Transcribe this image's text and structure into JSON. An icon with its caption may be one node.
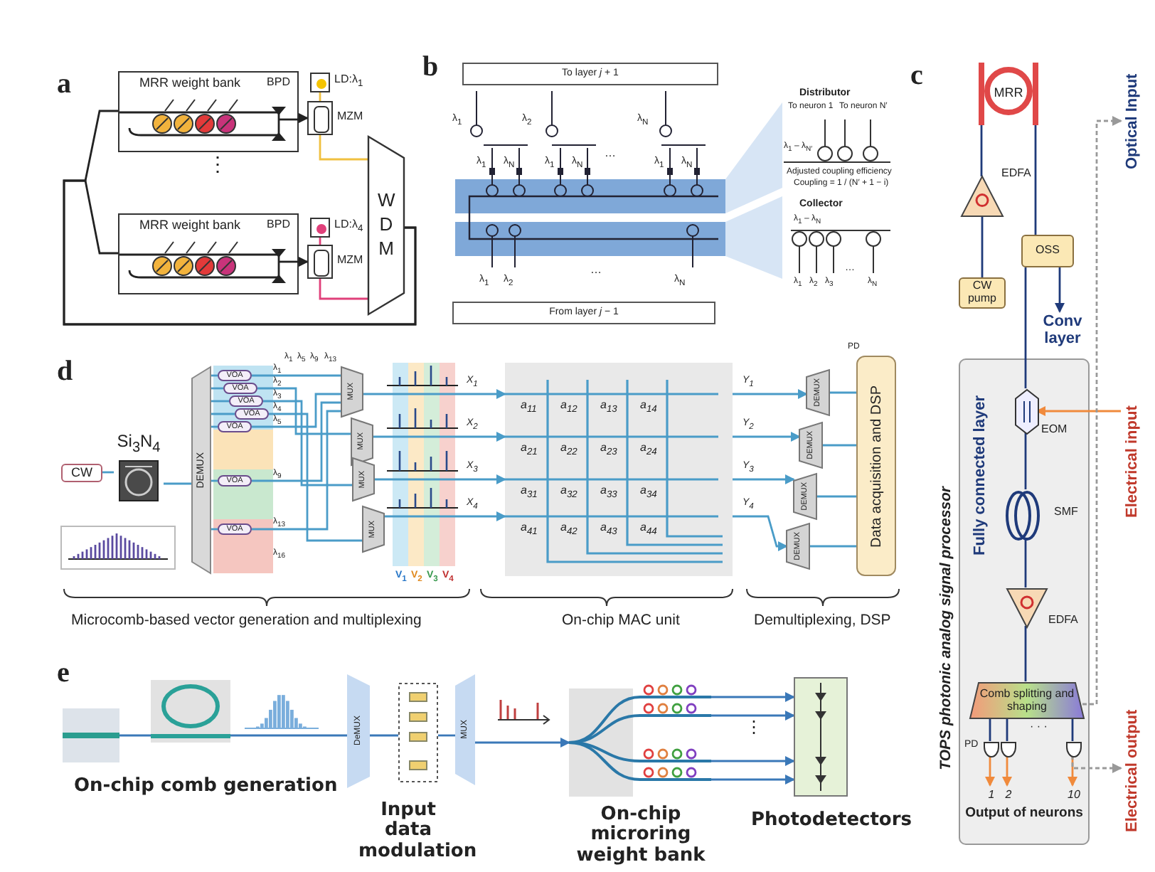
{
  "diagram": {
    "nodes": [
      {
        "text": [
          "MRR weight bank",
          "BPD"
        ]
      },
      {
        "text": [],
        "shape": "box",
        "beside": [
          "LD:λ$_{1}$"
        ]
      },
      {
        "text": [],
        "shape": "box",
        "beside": [
          "MZM"
        ]
      },
      {
        "text": [
          "MRR weight bank",
          "BPD"
        ]
      },
      {
        "text": [],
        "shape": "box",
        "beside": [
          "LD:λ$_{4}$"
        ]
      },
      {
        "text": [],
        "shape": "box",
        "beside": [
          "MZM"
        ]
      },
      {
        "text": [
          "W D M"
        ]
      },
      {
        "text": [
          "To layer *j* + 1"
        ]
      },
      {
        "text": [
          "From layer *j* − 1"
        ]
      },
      {
        "text": [
          "MRR"
        ]
      },
      {
        "text": [],
        "shape": "triangle",
        "beside": [
          "EDFA"
        ]
      },
      {
        "text": [
          "CW pump"
        ]
      },
      {
        "text": [
          "OSS"
        ]
      },
      {
        "text": [
          "Conv layer"
        ]
      },
      {
        "text": [
          "Fully connected layer",
          "Output of neurons"
        ],
        "beside": [
          "TOPS photonic analog signal processor"
        ]
      },
      {
        "text": [],
        "shape": "modulator",
        "beside": [
          "EOM"
        ],
        "in": 14
      },
      {
        "text": [],
        "shape": "coil",
        "beside": [
          "SMF"
        ],
        "in": 14
      },
      {
        "text": [],
        "shape": "triangle",
        "beside": [
          "EDFA"
        ],
        "in": 14
      },
      {
        "text": [
          "Comb splitting and shaping"
        ],
        "in": 14
      },
      {
        "text": [],
        "shape": "detector",
        "beside": [
          "PD"
        ],
        "in": 14
      },
      {
        "text": [],
        "shape": "detector",
        "in": 14
      },
      {
        "text": [],
        "shape": "detector",
        "in": 14
      },
      {
        "text": [
          "Optical Input"
        ]
      },
      {
        "text": [
          "Electrical input"
        ]
      },
      {
        "text": [
          "Electrical output"
        ]
      },
      {
        "text": [
          "CW"
        ]
      },
      {
        "text": [
          "Si$_{3}$N$_{4}$"
        ]
      },
      {
        "text": [
          "DEMUX"
        ]
      },
      {
        "text": [
          "VOA"
        ]
      },
      {
        "text": [
          "VOA"
        ]
      },
      {
        "text": [
          "VOA"
        ]
      },
      {
        "text": [
          "VOA"
        ]
      },
      {
        "text": [
          "VOA"
        ]
      },
      {
        "text": [
          "VOA"
        ]
      },
      {
        "text": [
          "VOA"
        ]
      },
      {
        "text": [
          "MUX"
        ]
      },
      {
        "text": [
          "MUX"
        ]
      },
      {
        "text": [
          "MUX"
        ]
      },
      {
        "text": [
          "MUX"
        ]
      },
      {
        "text": [],
        "shape": "box"
      },
      {
        "text": [
          "DEMUX"
        ]
      },
      {
        "text": [
          "DEMUX"
        ]
      },
      {
        "text": [
          "DEMUX"
        ]
      },
      {
        "text": [
          "DEMUX"
        ]
      },
      {
        "text": [
          "Data acquisition and DSP"
        ]
      },
      {
        "text": [],
        "shape": "picture"
      },
      {
        "text": [],
        "shape": "picture"
      },
      {
        "text": [
          "DeMUX"
        ]
      },
      {
        "text": [],
        "shape": "picture",
        "beside": [
          "Input data modulation"
        ]
      },
      {
        "text": [
          "MUX"
        ]
      },
      {
        "text": [],
        "shape": "picture",
        "beside": [
          "On-chip microring weight bank"
        ]
      },
      {
        "text": [],
        "shape": "picture",
        "beside": [
          "Photodetectors"
        ]
      },
      {
        "text": [
          "1"
        ],
        "in": 14
      },
      {
        "text": [
          "2"
        ],
        "in": 14
      },
      {
        "text": [
          "10"
        ],
        "in": 14
      }
    ],
    "edges": [
      {
        "from": 0,
        "to": 2,
        "arrow": "to",
        "color": "#222222"
      },
      {
        "from": 1,
        "to": 2,
        "arrow": "none",
        "color": "#f0c040"
      },
      {
        "from": 2,
        "to": 6,
        "arrow": "none",
        "color": "#f0c040"
      },
      {
        "from": 3,
        "to": 5,
        "arrow": "to",
        "color": "#222222"
      },
      {
        "from": 4,
        "to": 5,
        "arrow": "none",
        "color": "#e0407a"
      },
      {
        "from": 5,
        "to": 6,
        "arrow": "none",
        "color": "#e0407a"
      },
      {
        "from": 6,
        "to": 0,
        "arrow": "none",
        "color": "#222222"
      },
      {
        "from": 6,
        "to": 3,
        "arrow": "none",
        "color": "#222222"
      },
      {
        "from": 11,
        "to": 10,
        "arrow": "none",
        "color": "#1f3a7a"
      },
      {
        "from": 10,
        "to": 9,
        "arrow": "none",
        "color": "#1f3a7a"
      },
      {
        "from": 9,
        "to": 12,
        "arrow": "none",
        "color": "#1f3a7a"
      },
      {
        "from": 12,
        "to": 13,
        "arrow": "to",
        "color": "#1f3a7a"
      },
      {
        "from": 12,
        "to": 15,
        "arrow": "none",
        "color": "#1f3a7a"
      },
      {
        "from": 23,
        "to": 15,
        "arrow": "to",
        "color": "#f08a3c"
      },
      {
        "from": 15,
        "to": 16,
        "arrow": "none",
        "color": "#1f3a7a"
      },
      {
        "from": 16,
        "to": 17,
        "arrow": "none",
        "color": "#1f3a7a"
      },
      {
        "from": 17,
        "to": 18,
        "arrow": "none",
        "color": "#1f3a7a"
      },
      {
        "from": 18,
        "to": 19,
        "arrow": "none",
        "color": "#1f3a7a"
      },
      {
        "from": 18,
        "to": 20,
        "arrow": "none",
        "color": "#1f3a7a"
      },
      {
        "from": 18,
        "to": 21,
        "arrow": "none",
        "color": "#1f3a7a"
      },
      {
        "from": 19,
        "to": 52,
        "arrow": "to",
        "color": "#f08a3c"
      },
      {
        "from": 20,
        "to": 53,
        "arrow": "to",
        "color": "#f08a3c"
      },
      {
        "from": 21,
        "to": 54,
        "arrow": "to",
        "color": "#f08a3c"
      },
      {
        "from": 18,
        "to": 22,
        "arrow": "to",
        "style": "dashed",
        "color": "#999999"
      },
      {
        "from": 21,
        "to": 24,
        "arrow": "to",
        "style": "dashed",
        "color": "#999999"
      },
      {
        "from": 25,
        "to": 26,
        "arrow": "none",
        "color": "#4a9cc8"
      },
      {
        "from": 26,
        "to": 27,
        "arrow": "none",
        "color": "#4a9cc8"
      },
      {
        "from": 27,
        "to": 28,
        "arrow": "none",
        "color": "#4a9cc8"
      },
      {
        "from": 27,
        "to": 29,
        "arrow": "none",
        "color": "#4a9cc8"
      },
      {
        "from": 27,
        "to": 30,
        "arrow": "none",
        "color": "#4a9cc8"
      },
      {
        "from": 27,
        "to": 31,
        "arrow": "none",
        "color": "#4a9cc8"
      },
      {
        "from": 27,
        "to": 32,
        "arrow": "none",
        "color": "#4a9cc8"
      },
      {
        "from": 27,
        "to": 33,
        "arrow": "none",
        "color": "#4a9cc8"
      },
      {
        "from": 27,
        "to": 34,
        "arrow": "none",
        "color": "#4a9cc8"
      },
      {
        "from": 28,
        "to": 35,
        "arrow": "none",
        "color": "#4a9cc8"
      },
      {
        "from": 29,
        "to": 36,
        "arrow": "none",
        "color": "#4a9cc8"
      },
      {
        "from": 30,
        "to": 37,
        "arrow": "none",
        "color": "#4a9cc8"
      },
      {
        "from": 31,
        "to": 38,
        "arrow": "none",
        "color": "#4a9cc8"
      },
      {
        "from": 32,
        "to": 35,
        "arrow": "none",
        "color": "#4a9cc8"
      },
      {
        "from": 33,
        "to": 35,
        "arrow": "none",
        "color": "#4a9cc8"
      },
      {
        "from": 34,
        "to": 35,
        "arrow": "none",
        "color": "#4a9cc8"
      },
      {
        "from": 35,
        "to": 39,
        "arrow": "to",
        "color": "#4a9cc8"
      },
      {
        "from": 36,
        "to": 39,
        "arrow": "to",
        "color": "#4a9cc8"
      },
      {
        "from": 37,
        "to": 39,
        "arrow": "to",
        "color": "#4a9cc8"
      },
      {
        "from": 38,
        "to": 39,
        "arrow": "to",
        "color": "#4a9cc8"
      },
      {
        "from": 39,
        "to": 40,
        "arrow": "to",
        "color": "#4a9cc8"
      },
      {
        "from": 39,
        "to": 41,
        "arrow": "to",
        "color": "#4a9cc8"
      },
      {
        "from": 39,
        "to": 42,
        "arrow": "to",
        "color": "#4a9cc8"
      },
      {
        "from": 39,
        "to": 43,
        "arrow": "to",
        "color": "#4a9cc8"
      },
      {
        "from": 40,
        "to": 44,
        "arrow": "none",
        "color": "#4a9cc8"
      },
      {
        "from": 41,
        "to": 44,
        "arrow": "none",
        "color": "#4a9cc8"
      },
      {
        "from": 42,
        "to": 44,
        "arrow": "none",
        "color": "#4a9cc8"
      },
      {
        "from": 43,
        "to": 44,
        "arrow": "none",
        "color": "#4a9cc8"
      },
      {
        "from": 45,
        "to": 46,
        "arrow": "none",
        "color": "#3a78b8"
      },
      {
        "from": 46,
        "to": 47,
        "arrow": "none",
        "color": "#3a78b8"
      },
      {
        "from": 47,
        "to": 48,
        "arrow": "none",
        "color": "#3a78b8"
      },
      {
        "from": 48,
        "to": 49,
        "arrow": "none",
        "color": "#3a78b8"
      },
      {
        "from": 49,
        "to": 50,
        "arrow": "to",
        "color": "#3a78b8"
      },
      {
        "from": 50,
        "to": 51,
        "arrow": "to",
        "color": "#3a78b8"
      },
      {
        "from": 50,
        "to": 51,
        "arrow": "to",
        "color": "#3a78b8"
      },
      {
        "from": 50,
        "to": 51,
        "arrow": "to",
        "color": "#3a78b8"
      },
      {
        "from": 50,
        "to": 51,
        "arrow": "to",
        "color": "#3a78b8"
      }
    ],
    "labels": [
      "a",
      "⋮",
      "b",
      "λ$_{1}$",
      "λ$_{2}$",
      "λ$_{N}$",
      "λ$_{1}$",
      "λ$_{N}$",
      "λ$_{1}$",
      "λ$_{N}$",
      "λ$_{1}$",
      "λ$_{N}$",
      "…",
      "…",
      "λ$_{1}$",
      "λ$_{2}$",
      "λ$_{N}$",
      "Distributor",
      "To neuron 1",
      "To neuron N′",
      "λ$_{1}$ – λ$_{N′}$",
      "Adjusted coupling efficiency",
      "Coupling = 1 / (N′ + 1 − i)",
      "Collector",
      "λ$_{1}$ – λ$_{N}$",
      "λ$_{1}$",
      "λ$_{2}$",
      "λ$_{3}$",
      "λ$_{N}$",
      "…",
      "c",
      "· · ·",
      "d",
      "λ$_{1}$",
      "λ$_{2}$",
      "λ$_{3}$",
      "λ$_{4}$",
      "λ$_{5}$",
      "λ$_{9}$",
      "λ$_{13}$",
      "λ$_{16}$",
      "λ$_{1}$",
      "λ$_{5}$",
      "λ$_{9}$",
      "λ$_{13}$",
      "V$_{1}$",
      "V$_{2}$",
      "V$_{3}$",
      "V$_{4}$",
      "X$_{1}$",
      "X$_{2}$",
      "X$_{3}$",
      "X$_{4}$",
      "a$_{11}$",
      "a$_{12}$",
      "a$_{13}$",
      "a$_{14}$",
      "a$_{21}$",
      "a$_{22}$",
      "a$_{23}$",
      "a$_{24}$",
      "a$_{31}$",
      "a$_{32}$",
      "a$_{33}$",
      "a$_{34}$",
      "a$_{41}$",
      "a$_{42}$",
      "a$_{43}$",
      "a$_{44}$",
      "Y$_{1}$",
      "Y$_{2}$",
      "Y$_{3}$",
      "Y$_{4}$",
      "PD",
      "Microcomb-based vector generation and multiplexing",
      "On-chip MAC unit",
      "Demultiplexing, DSP",
      "e",
      "On-chip comb generation",
      "⋮"
    ]
  }
}
